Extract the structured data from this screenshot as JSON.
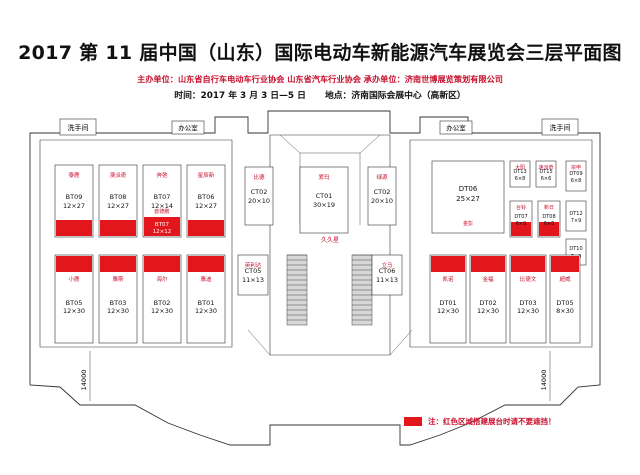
{
  "title": "2017 第 11 届中国（山东）国际电动车新能源汽车展览会三层平面图",
  "organizers": "主办单位：山东省自行车电动车行业协会  山东省汽车行业协会  承办单位：济南世博展览策划有限公司",
  "time": "时间：2017 年 3 月 3 日—5 日",
  "place": "地点：济南国际会展中心（高新区）",
  "legend_note": "注：红色区域搭建展台时请不要遮挡！",
  "colors": {
    "highlight": "#e3161b",
    "line": "#333333",
    "label_red": "#c8102e"
  },
  "facilities": {
    "restroom": "洗手间",
    "office_left": "办公室",
    "office_right": "办公室"
  },
  "dimension_label": "14000",
  "corridor_label": "久久星",
  "booths_top_left": [
    {
      "name": "泰鹿",
      "code": "BT09",
      "size": "12×27"
    },
    {
      "name": "澳派奇",
      "code": "BT08",
      "size": "12×27"
    },
    {
      "name": "奔弛",
      "code": "BT07",
      "size": "12×14",
      "sub_code": "BT07",
      "sub_size": "12×12",
      "sub_name": "欧德鹏"
    },
    {
      "name": "星辰新",
      "code": "BT06",
      "size": "12×27"
    }
  ],
  "booths_bottom_left": [
    {
      "name": "小鹿",
      "code": "BT05",
      "size": "12×30"
    },
    {
      "name": "雅斯",
      "code": "BT03",
      "size": "12×30"
    },
    {
      "name": "海尔",
      "code": "BT02",
      "size": "12×30"
    },
    {
      "name": "雅迪",
      "code": "BT01",
      "size": "12×30"
    }
  ],
  "center_booths": [
    {
      "name": "比德",
      "code": "CT02",
      "size": "20×10"
    },
    {
      "name": "爱玛",
      "code": "CT01",
      "size": "30×19"
    },
    {
      "name": "绿源",
      "code": "CT02",
      "size": "20×10"
    },
    {
      "name": "英利达",
      "code": "CT05",
      "size": "11×13"
    },
    {
      "name": "立马",
      "code": "CT06",
      "size": "11×13"
    }
  ],
  "booths_right_top": [
    {
      "code": "DT06",
      "size": "25×27",
      "name": "金彭"
    },
    {
      "name": "大阳",
      "code": "DT13",
      "size": "6×8"
    },
    {
      "name": "速派奇",
      "code": "DT15",
      "size": "6×6"
    },
    {
      "name": "台铃",
      "code": "DT07",
      "size": "6×9"
    },
    {
      "name": "新日",
      "code": "DT08",
      "size": "6×8"
    },
    {
      "name": "宗申",
      "code": "DT09",
      "size": "6×8"
    },
    {
      "code": "DT12",
      "size": "7×9"
    },
    {
      "code": "DT10",
      "size": "7×9"
    }
  ],
  "booths_right_bottom": [
    {
      "name": "凯诺",
      "code": "DT01",
      "size": "12×30"
    },
    {
      "name": "金福",
      "code": "DT02",
      "size": "12×30"
    },
    {
      "name": "比德文",
      "code": "DT03",
      "size": "12×30"
    },
    {
      "name": "超威",
      "code": "DT05",
      "size": "8×30"
    }
  ]
}
